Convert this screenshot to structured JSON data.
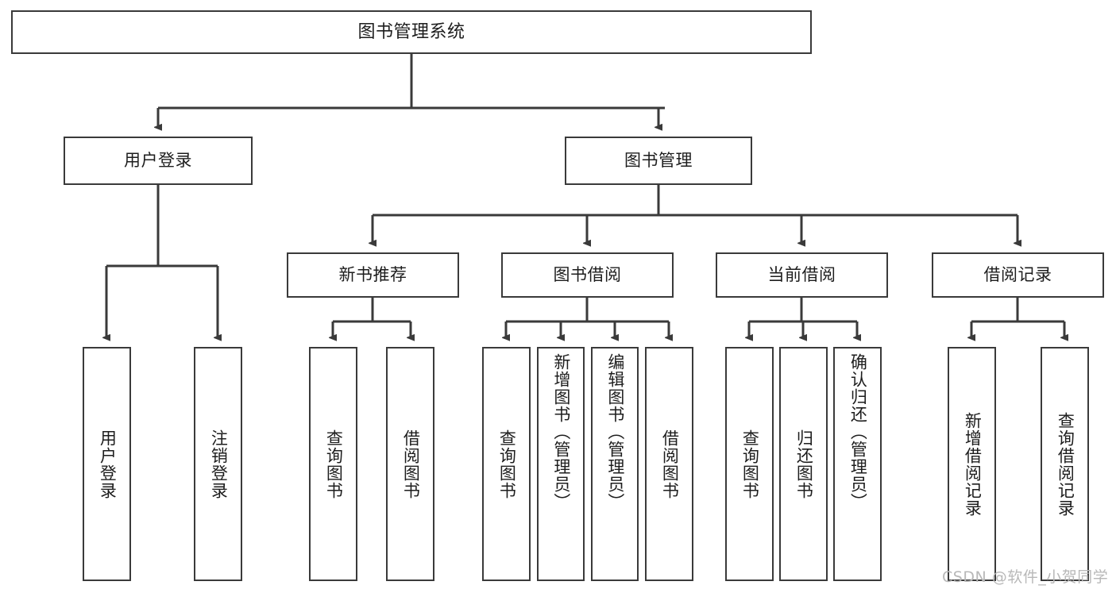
{
  "diagram": {
    "type": "tree-hierarchy",
    "title": "图书管理系统",
    "root": {
      "label": "图书管理系统"
    },
    "level1": [
      {
        "id": "user-login",
        "label": "用户登录"
      },
      {
        "id": "book-manage",
        "label": "图书管理"
      }
    ],
    "level2": [
      {
        "id": "new-book-recommend",
        "label": "新书推荐",
        "parent": "book-manage"
      },
      {
        "id": "book-borrow",
        "label": "图书借阅",
        "parent": "book-manage"
      },
      {
        "id": "current-borrow",
        "label": "当前借阅",
        "parent": "book-manage"
      },
      {
        "id": "borrow-record",
        "label": "借阅记录",
        "parent": "book-manage"
      }
    ],
    "leaves": [
      {
        "id": "leaf-user-login",
        "label": "用户登录",
        "parent": "user-login"
      },
      {
        "id": "leaf-logout-login",
        "label": "注销登录",
        "parent": "user-login"
      },
      {
        "id": "leaf-query-book-1",
        "label": "查询图书",
        "parent": "new-book-recommend"
      },
      {
        "id": "leaf-borrow-book-1",
        "label": "借阅图书",
        "parent": "new-book-recommend"
      },
      {
        "id": "leaf-query-book-2",
        "label": "查询图书",
        "parent": "book-borrow"
      },
      {
        "id": "leaf-add-book",
        "label": "新增图书（管理员）",
        "parent": "book-borrow"
      },
      {
        "id": "leaf-edit-book",
        "label": "编辑图书（管理员）",
        "parent": "book-borrow"
      },
      {
        "id": "leaf-borrow-book-2",
        "label": "借阅图书",
        "parent": "book-borrow"
      },
      {
        "id": "leaf-query-book-3",
        "label": "查询图书",
        "parent": "current-borrow"
      },
      {
        "id": "leaf-return-book",
        "label": "归还图书",
        "parent": "current-borrow"
      },
      {
        "id": "leaf-confirm-return",
        "label": "确认归还（管理员）",
        "parent": "current-borrow"
      },
      {
        "id": "leaf-add-record",
        "label": "新增借阅记录",
        "parent": "borrow-record"
      },
      {
        "id": "leaf-query-record",
        "label": "查询借阅记录",
        "parent": "borrow-record"
      }
    ],
    "watermark": "CSDN @软件_小贺同学",
    "colors": {
      "stroke": "#3a3a3a",
      "background": "#ffffff",
      "text": "#1d1d1d",
      "watermark": "#b8b8b8"
    }
  }
}
